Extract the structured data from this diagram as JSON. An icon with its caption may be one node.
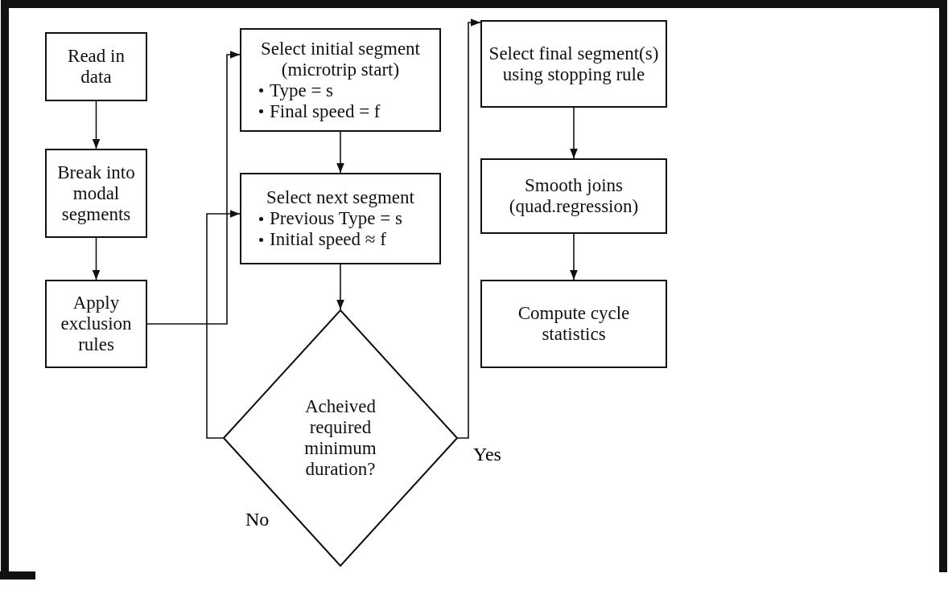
{
  "diagram": {
    "nodes": [
      {
        "text": [
          "Read in data"
        ]
      },
      {
        "text": [
          "Break into modal segments"
        ]
      },
      {
        "text": [
          "Apply exclusion rules"
        ]
      },
      {
        "text": [
          "Select initial segment (microtrip start)",
          "Type = s",
          "Final speed = f"
        ]
      },
      {
        "text": [
          "Select next segment",
          "Previous Type = s",
          "Initial speed ≈ f"
        ]
      },
      {
        "text": [
          "Acheived required minimum duration?"
        ]
      },
      {
        "text": [
          "Select final segment(s) using stopping rule"
        ]
      },
      {
        "text": [
          "Smooth joins (quad.regression)"
        ]
      },
      {
        "text": [
          "Compute cycle statistics"
        ]
      }
    ],
    "edges": [
      {
        "from": 0,
        "to": 1,
        "arrow": "to"
      },
      {
        "from": 1,
        "to": 2,
        "arrow": "to"
      },
      {
        "from": 2,
        "to": 3,
        "arrow": "to"
      },
      {
        "from": 3,
        "to": 4,
        "arrow": "to"
      },
      {
        "from": 4,
        "to": 5,
        "arrow": "to"
      },
      {
        "from": 5,
        "to": 4,
        "arrow": "to",
        "label": "No"
      },
      {
        "from": 5,
        "to": 6,
        "arrow": "to",
        "label": "Yes"
      },
      {
        "from": 6,
        "to": 7,
        "arrow": "to"
      },
      {
        "from": 7,
        "to": 8,
        "arrow": "to"
      }
    ]
  }
}
